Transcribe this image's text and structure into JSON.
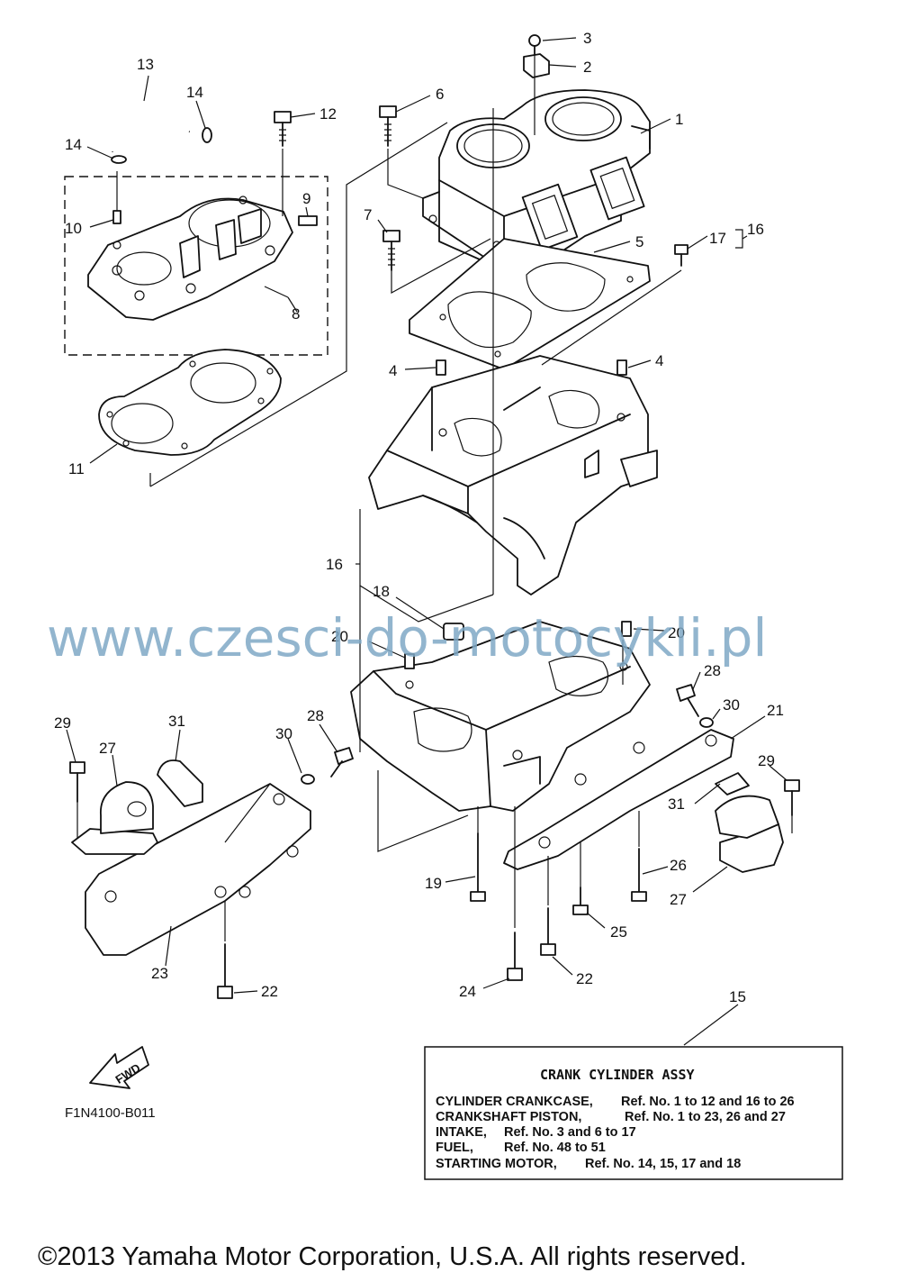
{
  "diagram": {
    "part_labels": [
      {
        "id": "p3",
        "text": "3"
      },
      {
        "id": "p2",
        "text": "2"
      },
      {
        "id": "p1",
        "text": "1"
      },
      {
        "id": "p6",
        "text": "6"
      },
      {
        "id": "p12",
        "text": "12"
      },
      {
        "id": "p13",
        "text": "13"
      },
      {
        "id": "p14a",
        "text": "14"
      },
      {
        "id": "p14b",
        "text": "14"
      },
      {
        "id": "p10",
        "text": "10"
      },
      {
        "id": "p9",
        "text": "9"
      },
      {
        "id": "p8",
        "text": "8"
      },
      {
        "id": "p7",
        "text": "7"
      },
      {
        "id": "p5",
        "text": "5"
      },
      {
        "id": "p17",
        "text": "17"
      },
      {
        "id": "p16a",
        "text": "16"
      },
      {
        "id": "p11",
        "text": "11"
      },
      {
        "id": "p4a",
        "text": "4"
      },
      {
        "id": "p4b",
        "text": "4"
      },
      {
        "id": "p16b",
        "text": "16"
      },
      {
        "id": "p18",
        "text": "18"
      },
      {
        "id": "p20a",
        "text": "20"
      },
      {
        "id": "p20b",
        "text": "20"
      },
      {
        "id": "p28a",
        "text": "28"
      },
      {
        "id": "p28b",
        "text": "28"
      },
      {
        "id": "p30a",
        "text": "30"
      },
      {
        "id": "p30b",
        "text": "30"
      },
      {
        "id": "p21",
        "text": "21"
      },
      {
        "id": "p29a",
        "text": "29"
      },
      {
        "id": "p29b",
        "text": "29"
      },
      {
        "id": "p27a",
        "text": "27"
      },
      {
        "id": "p27b",
        "text": "27"
      },
      {
        "id": "p31a",
        "text": "31"
      },
      {
        "id": "p31b",
        "text": "31"
      },
      {
        "id": "p19",
        "text": "19"
      },
      {
        "id": "p26",
        "text": "26"
      },
      {
        "id": "p25",
        "text": "25"
      },
      {
        "id": "p23",
        "text": "23"
      },
      {
        "id": "p22a",
        "text": "22"
      },
      {
        "id": "p22b",
        "text": "22"
      },
      {
        "id": "p24",
        "text": "24"
      },
      {
        "id": "p15",
        "text": "15"
      }
    ],
    "watermark": "www.czesci-do-motocykli.pl",
    "forward_arrow": "FWD",
    "diagram_code": "F1N4100-B011",
    "copyright": "©2013 Yamaha Motor Corporation, U.S.A. All rights reserved."
  },
  "info_box": {
    "title": "CRANK  CYLINDER ASSY",
    "rows": [
      {
        "name": "CYLINDER CRANKCASE,",
        "ref": "Ref. No. 1 to 12 and 16 to 26"
      },
      {
        "name": "CRANKSHAFT PISTON,",
        "ref": "Ref. No. 1 to 23, 26 and 27"
      },
      {
        "name": "INTAKE,",
        "ref": "Ref. No. 3 and 6 to 17"
      },
      {
        "name": "FUEL,",
        "ref": "Ref. No. 48 to 51"
      },
      {
        "name": "STARTING MOTOR,",
        "ref": "Ref. No. 14, 15, 17 and 18"
      }
    ]
  },
  "colors": {
    "ink": "#111111",
    "watermark": "#7fa9c6",
    "background": "#ffffff"
  }
}
